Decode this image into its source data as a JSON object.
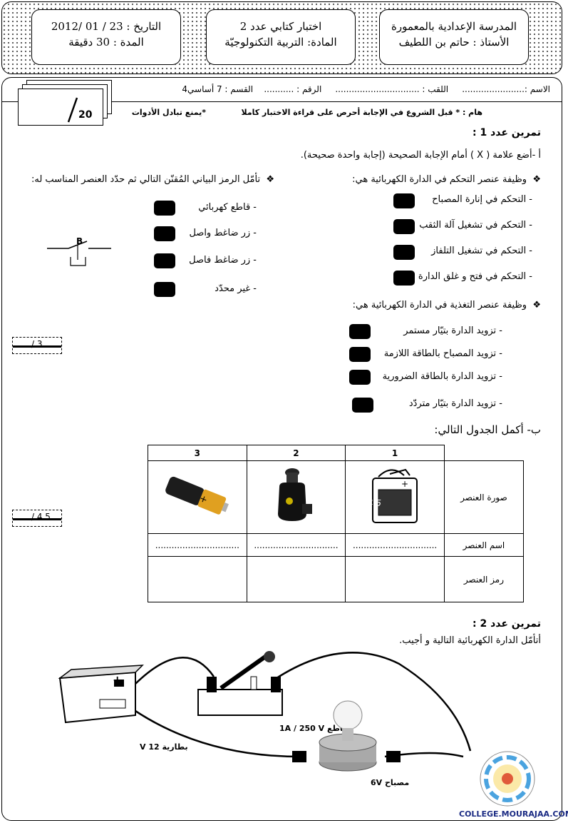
{
  "header": {
    "school_name": "المدرسة الإعدادية بالمعمورة",
    "teacher": "الأستاذ : حاتم بن اللطيف",
    "exam_title": "اختبار كتابي عدد 2",
    "subject": "المادة: التربية التكنولوجيّة",
    "date": "التاريخ : 23 / 01 /2012",
    "duration": "المدة : 30 دقيقة"
  },
  "student_info": {
    "name": "الاسم :.......................",
    "surname": "اللقب : ...............................",
    "number": "الرقم : ...........",
    "class": "القسم : 7 أساسي4"
  },
  "total_score": "20",
  "instructions": {
    "main": "هام : * قبل الشروع في الإجابة أحرص على قراءة الاختبار كاملا",
    "note": "*يمنع تبادل الأدوات"
  },
  "exercise1": {
    "title": "تمرين عدد 1 :",
    "part_a": "أ -أضع علامة ( X ) أمام الإجابة الصحيحة (إجابة واحدة صحيحة).",
    "q1": {
      "question": "وظيفة عنصر التحكم في الدارة الكهربائية هي:",
      "options": [
        "- التحكم في إنارة المصباح",
        "- التحكم في تشغيل آلة الثقب",
        "- التحكم في تشغيل التلفاز",
        "- التحكم في فتح و غلق الدارة"
      ]
    },
    "q2": {
      "question": "تأمّل الرمز البياني المُقنّن التالي ثم حدّد العنصر المناسب له:",
      "symbol_label": "B",
      "options": [
        "- قاطع كهربائي",
        "- زر ضاغط واصل",
        "- زر ضاغط فاصل",
        "- غير محدّد"
      ]
    },
    "q3": {
      "question": "وظيفة عنصر التغذية في الدارة الكهربائية هي:",
      "options": [
        "- تزويد الدارة بتيّار مستمر",
        "- تزويد المصباح بالطاقة اللازمة",
        "- تزويد الدارة بالطاقة الضرورية",
        "- تزويد الدارة بتيّار متردّد"
      ]
    },
    "score_a": "/ 3",
    "part_b": "ب- أكمل الجدول التالي:",
    "score_b": "/ 4.5",
    "table": {
      "columns": [
        "1",
        "2",
        "3"
      ],
      "rows": [
        "صورة العنصر",
        "اسم العنصر",
        "رمز العنصر"
      ],
      "blank": "...............................",
      "battery_label": "4.5 V"
    }
  },
  "exercise2": {
    "title": "تمرين عدد 2 :",
    "instruction": "أتأمّل الدارة الكهربائية التالية و أجيب.",
    "battery_label": "بطارية 12 V",
    "switch_label": "قاطع 1A / 250 V",
    "lamp_label": "مصباح 6V"
  },
  "watermark": "COLLEGE.MOURAJAA.COM",
  "colors": {
    "control_box": "#000000",
    "lamp": "#a9a9a9",
    "battery": "#ffffff"
  }
}
